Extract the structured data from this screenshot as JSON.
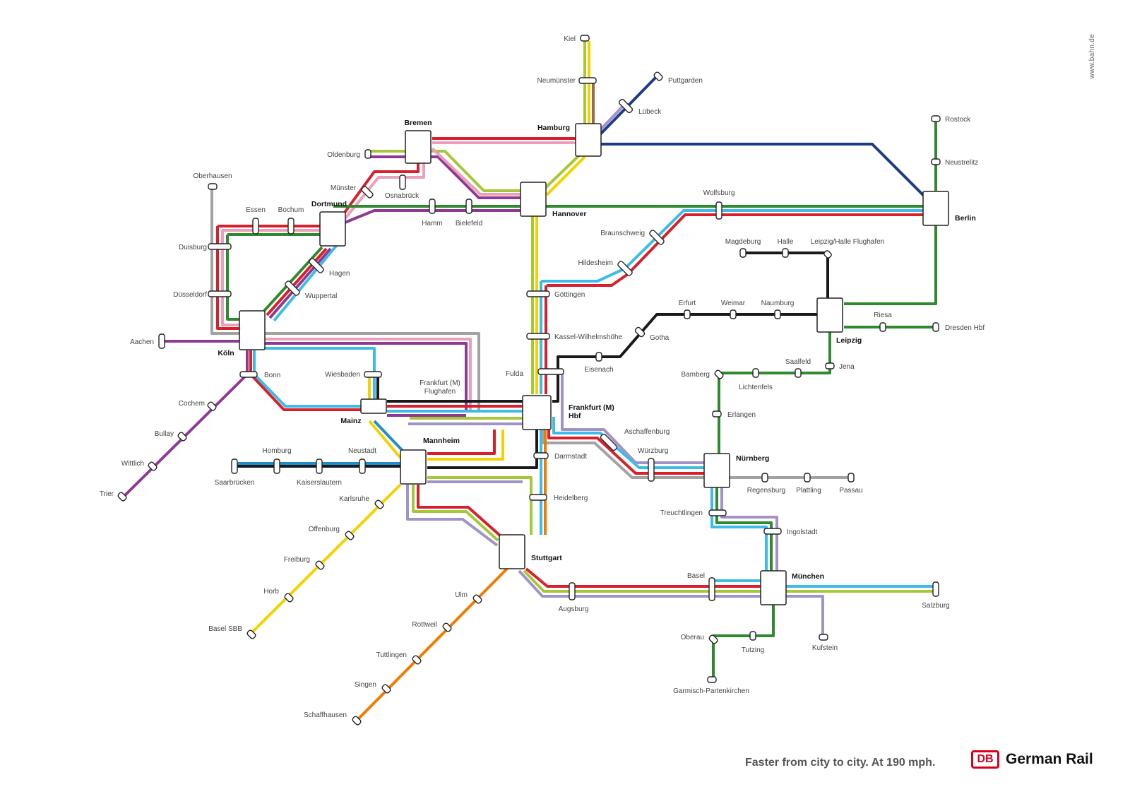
{
  "url": "www.bahn.de",
  "tagline": "Faster from city to city. At 190 mph.",
  "brand": {
    "logo_text": "DB",
    "name": "German Rail"
  },
  "colors": {
    "red": "#d7202b",
    "pink": "#ec9fbb",
    "purple": "#8e3a93",
    "green": "#2f8a2f",
    "lime": "#a5c83a",
    "yellow": "#f2d300",
    "blue": "#3dbce8",
    "navy": "#1f3a8a",
    "grey": "#a2a2a2",
    "black": "#1a1a1a",
    "orange": "#ef7c00",
    "lavender": "#a293c6",
    "brown": "#9b6a4b",
    "mid_blue": "#1f8dcc",
    "brand_red": "#d7001c"
  },
  "hubs": [
    "Bremen",
    "Hamburg",
    "Hannover",
    "Dortmund",
    "Berlin",
    "Köln",
    "Leipzig",
    "Mainz",
    "Frankfurt (M) Hbf",
    "Mannheim",
    "Nürnberg",
    "Stuttgart",
    "München"
  ],
  "stations": [
    "Kiel",
    "Neumünster",
    "Puttgarden",
    "Lübeck",
    "Rostock",
    "Neustrelitz",
    "Oldenburg",
    "Oberhausen",
    "Münster",
    "Osnabrück",
    "Essen",
    "Bochum",
    "Duisburg",
    "Hamm",
    "Bielefeld",
    "Wolfsburg",
    "Braunschweig",
    "Hildesheim",
    "Hagen",
    "Wuppertal",
    "Düsseldorf",
    "Magdeburg",
    "Halle",
    "Leipzig/Halle Flughafen",
    "Göttingen",
    "Erfurt",
    "Weimar",
    "Naumburg",
    "Riesa",
    "Dresden Hbf",
    "Aachen",
    "Kassel-Wilhelmshöhe",
    "Gotha",
    "Eisenach",
    "Fulda",
    "Saalfeld",
    "Jena",
    "Bonn",
    "Wiesbaden",
    "Frankfurt (M) Flughafen",
    "Bamberg",
    "Lichtenfels",
    "Cochem",
    "Erlangen",
    "Aschaffenburg",
    "Bullay",
    "Würzburg",
    "Homburg",
    "Neustadt",
    "Darmstadt",
    "Wittlich",
    "Saarbrücken",
    "Kaiserslautern",
    "Regensburg",
    "Plattling",
    "Passau",
    "Trier",
    "Karlsruhe",
    "Heidelberg",
    "Treuchtlingen",
    "Ingolstadt",
    "Offenburg",
    "Freiburg",
    "Augsburg",
    "Basel",
    "Horb",
    "Ulm",
    "Salzburg",
    "Basel SBB",
    "Rottweil",
    "Oberau",
    "Tutzing",
    "Kufstein",
    "Tuttlingen",
    "Singen",
    "Garmisch-Partenkirchen",
    "Schaffhausen"
  ]
}
